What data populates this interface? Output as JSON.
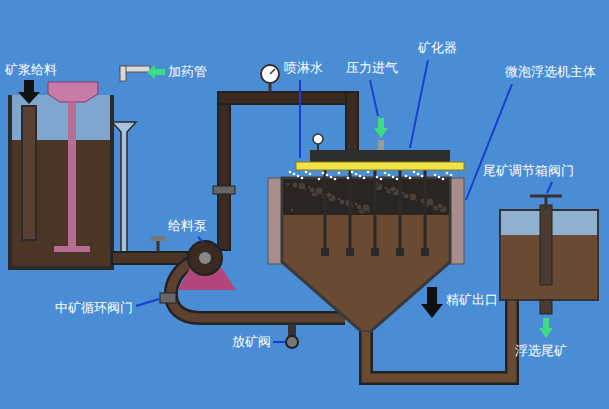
{
  "diagram": {
    "labels": [
      "矿浆给料",
      "加药管",
      "喷淋水",
      "压力进气",
      "矿化器",
      "微泡浮选机主体",
      "尾矿调节箱阀门",
      "给料泵",
      "中矿循环阀门",
      "精矿出口",
      "放矿阀",
      "浮选尾矿"
    ]
  }
}
